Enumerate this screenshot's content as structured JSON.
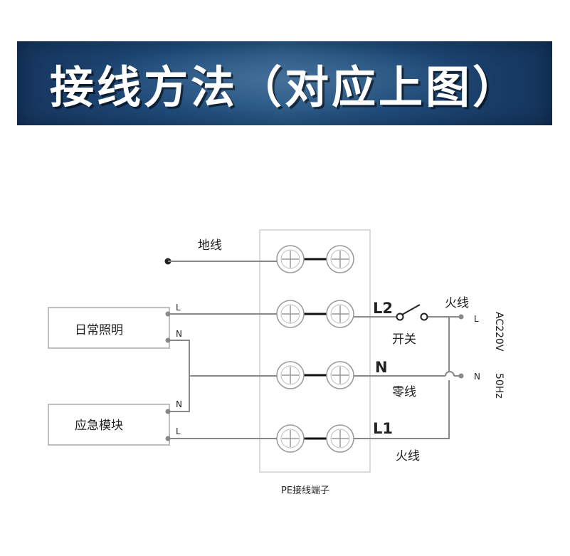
{
  "banner": {
    "title": "接线方法（对应上图）"
  },
  "labels": {
    "ground_wire": "地线",
    "daily_lighting": "日常照明",
    "emergency_module": "应急模块",
    "terminal_name": "PE接线端子",
    "l2": "L2",
    "switch": "开关",
    "n": "N",
    "neutral_wire": "零线",
    "l1": "L1",
    "live_wire_top": "火线",
    "live_wire_bottom": "火线",
    "power_l": "L",
    "power_n": "N",
    "ac_voltage": "AC220V",
    "frequency": "50Hz",
    "daily_l": "L",
    "daily_n": "N",
    "emerg_n": "N",
    "emerg_l": "L"
  }
}
